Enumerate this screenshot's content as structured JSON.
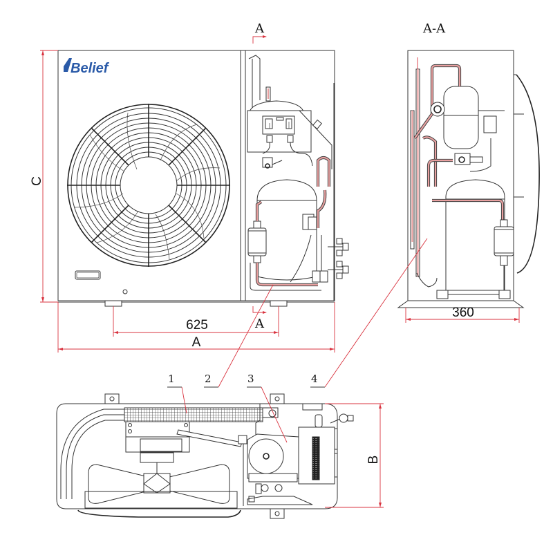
{
  "brand": {
    "logo_text": "Belief",
    "logo_mark": "1",
    "color": "#2a5aa8"
  },
  "front_view": {
    "section_marker_top": "A",
    "section_marker_bottom": "A",
    "height_label": "C",
    "foot_spacing_label": "625",
    "width_label": "A"
  },
  "side_view": {
    "title": "A-A",
    "depth_label": "360"
  },
  "top_view": {
    "depth_label": "B"
  },
  "callouts": [
    {
      "number": "1"
    },
    {
      "number": "2"
    },
    {
      "number": "3"
    },
    {
      "number": "4"
    }
  ],
  "colors": {
    "dimension": "#d9333f",
    "line": "#333333",
    "pipe": "#e8a0a0"
  }
}
